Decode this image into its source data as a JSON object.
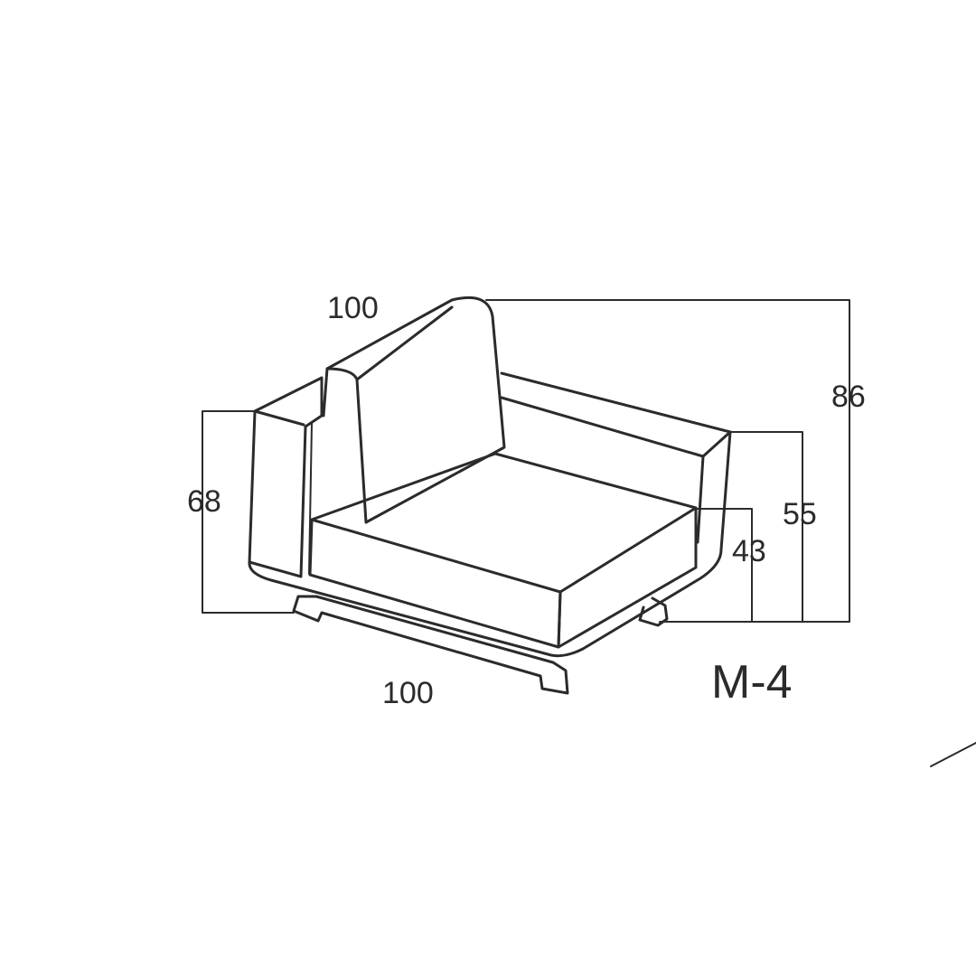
{
  "product": {
    "model_label": "M-4"
  },
  "dimensions": {
    "back_width": "100",
    "front_width": "100",
    "overall_height": "86",
    "arm_height": "68",
    "side_height": "55",
    "seat_height": "43"
  },
  "colors": {
    "line": "#2b2b2b",
    "background": "#ffffff"
  }
}
